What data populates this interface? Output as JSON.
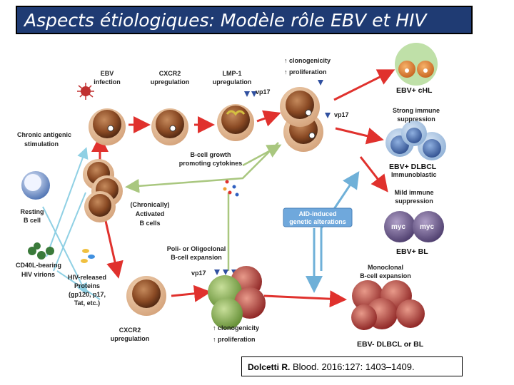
{
  "title": "Aspects étiologiques: Modèle rôle EBV et HIV",
  "citation": {
    "authors": "Dolcetti R.",
    "reference": "Blood. 2016:127: 1403–1409."
  },
  "labels": {
    "ebv_infection": [
      "EBV",
      "infection"
    ],
    "cxcr2_top": [
      "CXCR2",
      "upregulation"
    ],
    "lmp1": [
      "LMP-1",
      "upregulation"
    ],
    "vp17_a": "vp17",
    "clonogenicity_top": [
      "↑ clonogenicity",
      "↑ proliferation"
    ],
    "vp17_b": "vp17",
    "chronic_antigenic": [
      "Chronic antigenic",
      "stimulation"
    ],
    "bcell_growth": [
      "B-cell growth",
      "promoting cytokines"
    ],
    "resting": [
      "Resting",
      "B cell"
    ],
    "chronically_activated": [
      "(Chronically)",
      "Activated",
      "B cells"
    ],
    "poli_oligo": [
      "Poli- or Oligoclonal",
      "B-cell expansion"
    ],
    "vp17_c": "vp17",
    "cd40l": [
      "CD40L-bearing",
      "HIV virions"
    ],
    "hiv_released": [
      "HIV-released",
      "Proteins",
      "(gp120, p17,",
      "Tat, etc.)"
    ],
    "cxcr2_bottom": [
      "CXCR2",
      "upregulation"
    ],
    "clonogenicity_bottom": [
      "↑ clonogenicity",
      "↑ proliferation"
    ],
    "ebv_chl": "EBV+ cHL",
    "strong_immune": [
      "Strong immune",
      "suppression"
    ],
    "ebv_dlbcl": "EBV+ DLBCL",
    "immunoblastic": "Immunoblastic",
    "mild_immune": [
      "Mild immune",
      "suppression"
    ],
    "aid_induced": [
      "AID-induced",
      "genetic alterations"
    ],
    "myc": "myc",
    "ebv_bl": "EBV+ BL",
    "monoclonal": [
      "Monoclonal",
      "B-cell expansion"
    ],
    "ebv_neg": "EBV- DLBCL or BL"
  },
  "colors": {
    "title_bg": "#1f3b73",
    "arrow_red": "#e0312d",
    "arrow_green": "#a9c77f",
    "arrow_blue": "#6fb0d8",
    "arrow_lightblue": "#8fd0e4",
    "cell_brown": "#8a4a24",
    "cell_orange": "#e08a3c",
    "cell_blue": "#6a8fc0",
    "cell_purple": "#6a5a88",
    "cell_red": "#b53a3a",
    "cell_green": "#7aa04a"
  }
}
